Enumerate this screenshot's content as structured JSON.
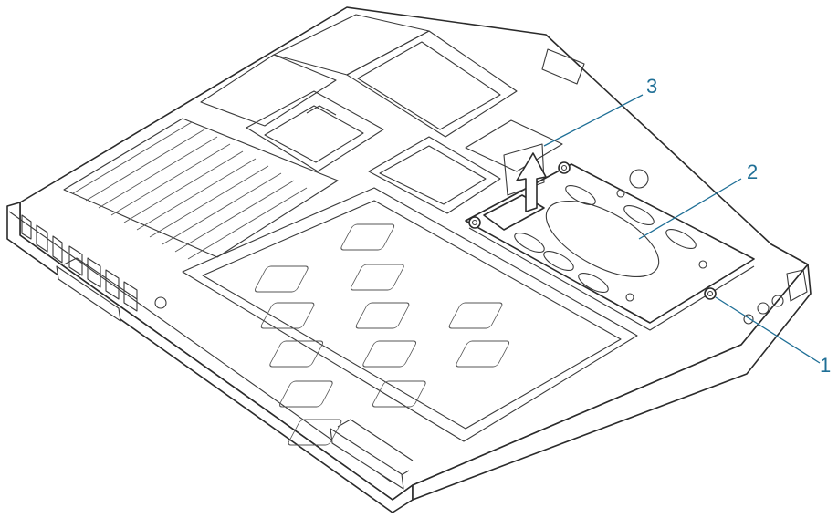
{
  "callouts": [
    {
      "label": "1"
    },
    {
      "label": "2"
    },
    {
      "label": "3"
    }
  ],
  "colors": {
    "line": "#2b2b2b",
    "callout": "#1f6f96",
    "background": "#ffffff"
  }
}
